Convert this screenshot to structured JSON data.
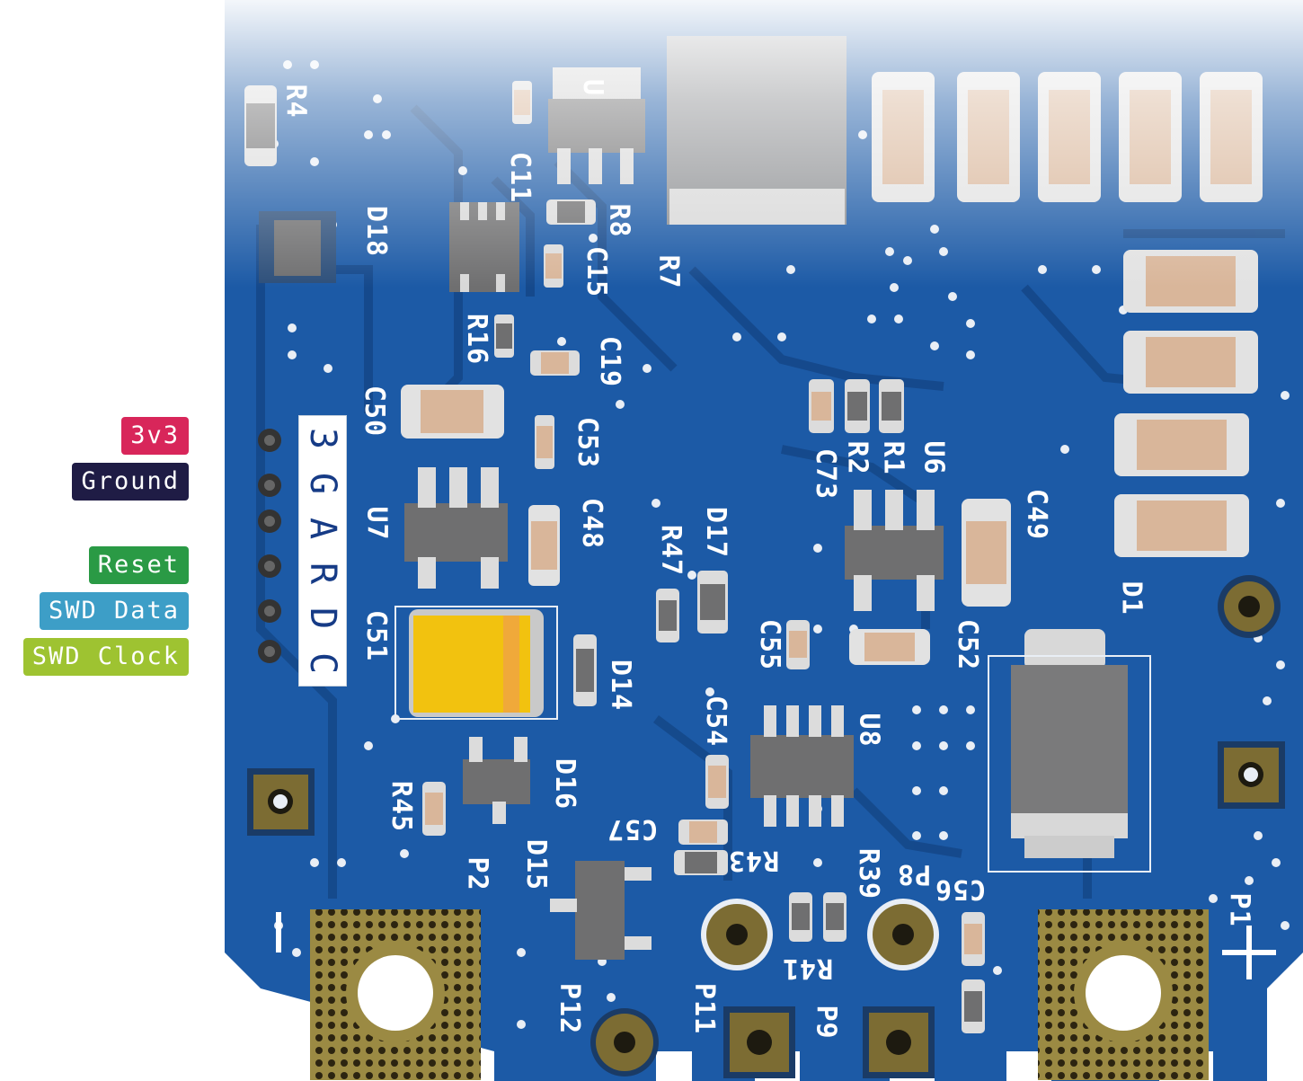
{
  "pin_labels": [
    {
      "text": "3v3",
      "color": "#d8265a"
    },
    {
      "text": "Ground",
      "color": "#1f1c45"
    },
    {
      "text": "Reset",
      "color": "#2a9a45"
    },
    {
      "text": "SWD Data",
      "color": "#3d9ec7"
    },
    {
      "text": "SWD Clock",
      "color": "#9ec331"
    }
  ],
  "pin_strip_letters": [
    "3",
    "G",
    "A",
    "R",
    "D",
    "C"
  ],
  "silkscreen": {
    "R4": "R4",
    "D18": "D18",
    "C11": "C11",
    "R8": "R8",
    "U": "U",
    "C15": "C15",
    "R7": "R7",
    "R16": "R16",
    "C19": "C19",
    "C50": "C50",
    "C53": "C53",
    "C48": "C48",
    "U7": "U7",
    "R47": "R47",
    "D17": "D17",
    "C73": "C73",
    "R2": "R2",
    "R1": "R1",
    "U6": "U6",
    "C49": "C49",
    "D1": "D1",
    "C51": "C51",
    "D14": "D14",
    "C55": "C55",
    "C52": "C52",
    "C54": "C54",
    "U8": "U8",
    "D16": "D16",
    "R45": "R45",
    "C57": "C57",
    "D15": "D15",
    "P2": "P2",
    "R43": "R43",
    "R39": "R39",
    "P8": "P8",
    "C56": "C56",
    "P1": "P1",
    "R41": "R41",
    "P12": "P12",
    "P11": "P11",
    "P9": "P9",
    "minus": "—",
    "plus": "+"
  },
  "colors": {
    "board": "#1c5aa6",
    "board_dark": "#15488a",
    "pad_gold": "#8a7a3a",
    "cap_tan": "#d9b69a",
    "ic_grey": "#6f6f70",
    "tantalum": "#f2c20f"
  }
}
